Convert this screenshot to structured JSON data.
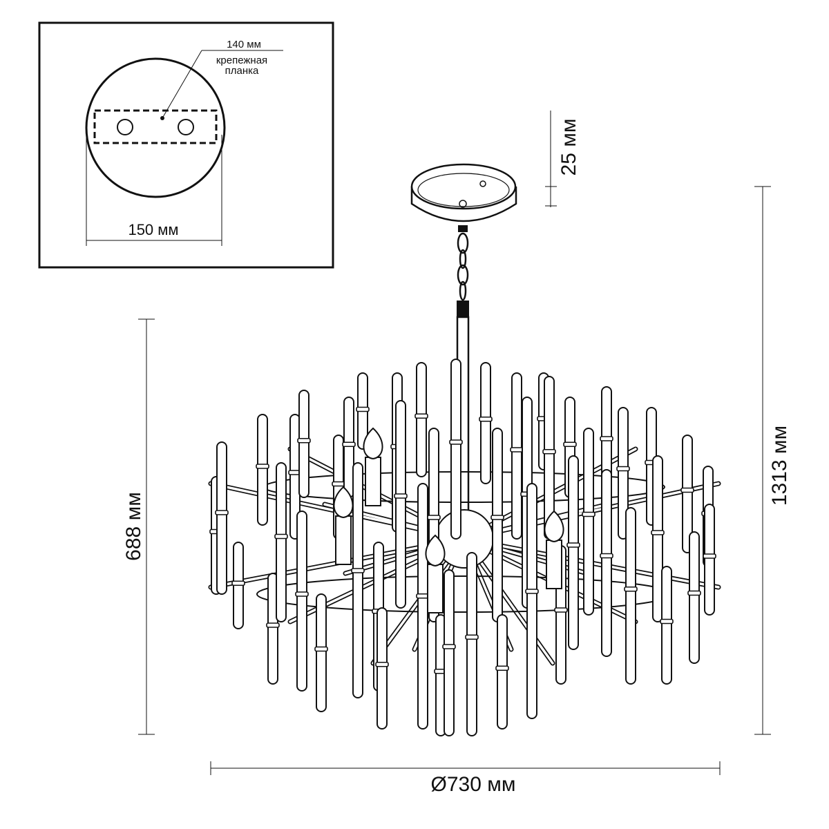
{
  "inset": {
    "plate_width_label": "140 мм",
    "plate_caption_line1": "крепежная",
    "plate_caption_line2": "планка",
    "canopy_diameter_label": "150 мм"
  },
  "dimensions": {
    "canopy_height": "25 мм",
    "total_height": "1313 мм",
    "body_height": "688 мм",
    "diameter": "Ø730 мм"
  },
  "colors": {
    "line": "#111111",
    "fill": "#ffffff"
  }
}
